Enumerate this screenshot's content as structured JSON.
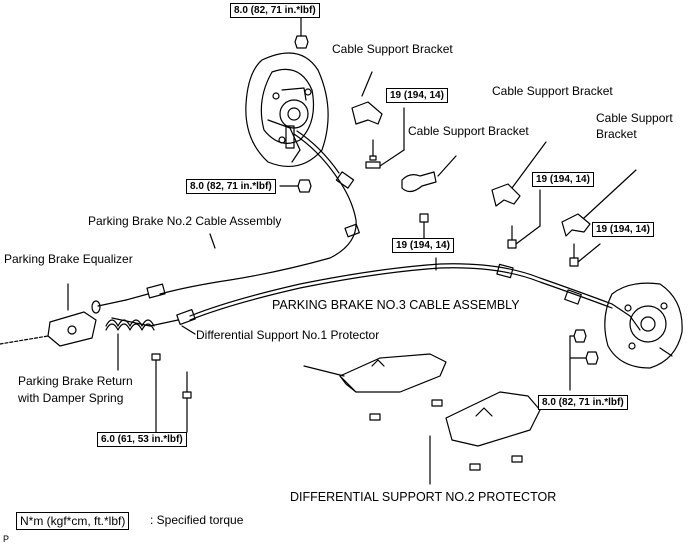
{
  "labels": {
    "cable_support_bracket_1": "Cable Support Bracket",
    "cable_support_bracket_2": "Cable Support Bracket",
    "cable_support_bracket_3": "Cable Support Bracket",
    "cable_support_bracket_4_line1": "Cable Support",
    "cable_support_bracket_4_line2": "Bracket",
    "parking_brake_no2_cable": "Parking Brake No.2 Cable Assembly",
    "parking_brake_equalizer": "Parking Brake Equalizer",
    "parking_brake_no3_cable": "PARKING BRAKE NO.3 CABLE ASSEMBLY",
    "differential_support_no1": "Differential Support No.1 Protector",
    "return_spring_line1": "Parking Brake Return",
    "return_spring_line2": "with Damper Spring",
    "differential_support_no2": "DIFFERENTIAL SUPPORT NO.2 PROTECTOR"
  },
  "torques": {
    "t1": "8.0 (82, 71 in.*lbf)",
    "t2": "19 (194, 14)",
    "t3": "8.0 (82, 71 in.*lbf)",
    "t4": "19 (194, 14)",
    "t5": "19 (194, 14)",
    "t6": "19 (194, 14)",
    "t7": "8.0 (82, 71 in.*lbf)",
    "t8": "6.0 (61, 53 in.*lbf)"
  },
  "legend": {
    "unit": "N*m (kgf*cm, ft.*lbf)",
    "text": ": Specified torque"
  },
  "figure_code": "P"
}
